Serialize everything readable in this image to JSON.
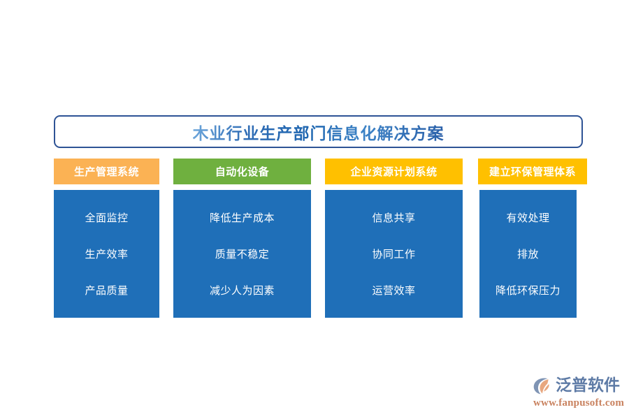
{
  "title": {
    "text": "木业行业生产部门信息化解决方案",
    "border_color": "#2E5395",
    "text_color": "#2F6CB5"
  },
  "columns": [
    {
      "header": "生产管理系统",
      "header_color": "#FBB254",
      "body_color": "#1F6FB8",
      "items": [
        "全面监控",
        "生产效率",
        "产品质量"
      ]
    },
    {
      "header": "自动化设备",
      "header_color": "#6FB03F",
      "body_color": "#1F6FB8",
      "items": [
        "降低生产成本",
        "质量不稳定",
        "减少人为因素"
      ]
    },
    {
      "header": "企业资源计划系统",
      "header_color": "#FFC000",
      "body_color": "#1F6FB8",
      "items": [
        "信息共享",
        "协同工作",
        "运营效率"
      ]
    },
    {
      "header": "建立环保管理体系",
      "header_color": "#FFC000",
      "body_color": "#1F6FB8",
      "items": [
        "有效处理",
        "排放",
        "降低环保压力"
      ]
    }
  ],
  "logo": {
    "mark_icon": "fanpu-swirl-logo-icon",
    "brand": "泛普软件",
    "url": "www.fanpusoft.com",
    "brand_color": "#5E7BA6",
    "url_color": "#C9825F",
    "accent_color": "#E5A27E"
  }
}
